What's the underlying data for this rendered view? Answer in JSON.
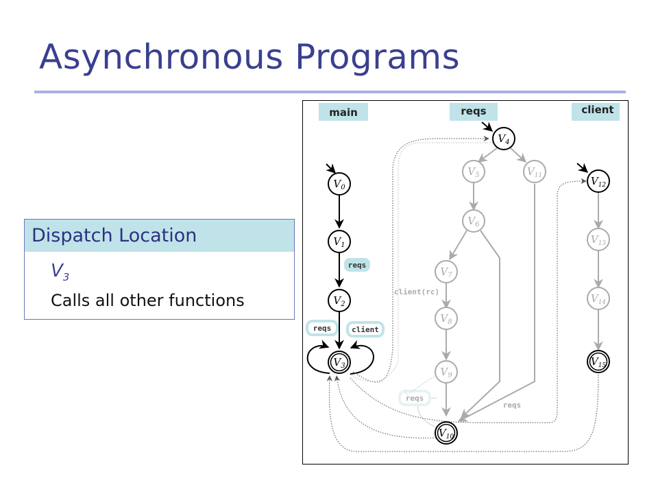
{
  "title": "Asynchronous Programs",
  "dispatch": {
    "heading": "Dispatch Location",
    "node_letter": "V",
    "node_sub": "3",
    "description": "Calls all other functions"
  },
  "diagram": {
    "column_labels": {
      "main": "main",
      "reqs": "reqs",
      "client": "client"
    },
    "nodes": [
      {
        "id": "v0",
        "letter": "V",
        "sub": "0",
        "active": true
      },
      {
        "id": "v1",
        "letter": "V",
        "sub": "1",
        "active": true
      },
      {
        "id": "v2",
        "letter": "V",
        "sub": "2",
        "active": true
      },
      {
        "id": "v3",
        "letter": "V",
        "sub": "3",
        "active": true
      },
      {
        "id": "v4",
        "letter": "V",
        "sub": "4",
        "active": true
      },
      {
        "id": "v5",
        "letter": "V",
        "sub": "5",
        "active": false
      },
      {
        "id": "v6",
        "letter": "V",
        "sub": "6",
        "active": false
      },
      {
        "id": "v7",
        "letter": "V",
        "sub": "7",
        "active": false
      },
      {
        "id": "v8",
        "letter": "V",
        "sub": "8",
        "active": false
      },
      {
        "id": "v9",
        "letter": "V",
        "sub": "9",
        "active": false
      },
      {
        "id": "v10",
        "letter": "V",
        "sub": "10",
        "active": true
      },
      {
        "id": "v11",
        "letter": "V",
        "sub": "11",
        "active": false
      },
      {
        "id": "v12",
        "letter": "V",
        "sub": "12",
        "active": true
      },
      {
        "id": "v13",
        "letter": "V",
        "sub": "13",
        "active": false
      },
      {
        "id": "v14",
        "letter": "V",
        "sub": "14",
        "active": false
      },
      {
        "id": "v15",
        "letter": "V",
        "sub": "15",
        "active": true
      }
    ],
    "edge_labels": {
      "v1_v2": "reqs",
      "v3_left": "reqs",
      "v3_right": "client",
      "v7_v8": "client(rc)",
      "v9_v10": "reqs",
      "v11_v10": "reqs"
    },
    "colors": {
      "active": "#000000",
      "inactive": "#aaaaaa",
      "label_bg": "#bfe3e8",
      "label_text": "#333333"
    }
  }
}
